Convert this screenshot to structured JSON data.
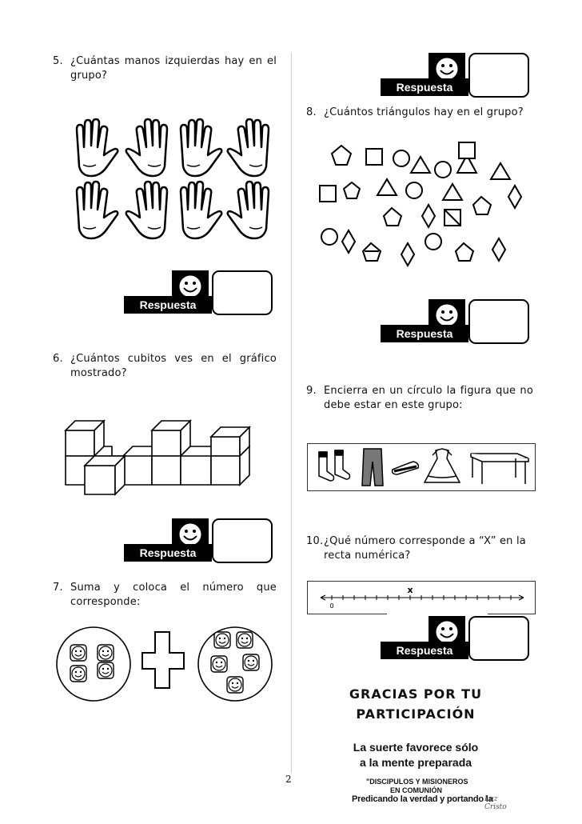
{
  "questions": {
    "q5": {
      "number": "5.",
      "text": "¿Cuántas manos izquierdas hay en el grupo?"
    },
    "q6": {
      "number": "6.",
      "text": "¿Cuántos cubitos ves en el gráfico mostrado?"
    },
    "q7": {
      "number": "7.",
      "text": "Suma y coloca el número que corresponde:"
    },
    "q8": {
      "number": "8.",
      "text": "¿Cuántos triángulos hay en el grupo?"
    },
    "q9": {
      "number": "9.",
      "text": "Encierra en un círculo la figura que no debe estar en este grupo:"
    },
    "q10": {
      "number": "10.",
      "text": "¿Qué número corresponde a “X” en la recta numérica?"
    }
  },
  "answer_badge_label": "Respuesta",
  "number_line": {
    "start_label": "0",
    "marker_label": "x"
  },
  "footer": {
    "thanks_line1": "GRACIAS POR TU",
    "thanks_line2": "PARTICIPACIÓN",
    "quote_line1": "La suerte favorece sólo",
    "quote_line2": "a la mente preparada",
    "page_number": "2",
    "logo_line1": "\"DISCIPULOS Y MISIONEROS",
    "logo_line2": "EN COMUNIÓN",
    "logo_line3": "Predicando la verdad  y portando la",
    "logo_script": "Luz Cristo"
  },
  "colors": {
    "ink": "#000000",
    "paper": "#ffffff",
    "hand_fill": "#ffffff"
  },
  "icons": [
    "smiley-icon",
    "hand-icon",
    "cube-icon",
    "pentagon-icon",
    "square-icon",
    "triangle-icon",
    "circle-icon",
    "diamond-icon",
    "socks-icon",
    "pants-icon",
    "shoe-icon",
    "dress-icon",
    "table-icon",
    "plus-icon"
  ]
}
